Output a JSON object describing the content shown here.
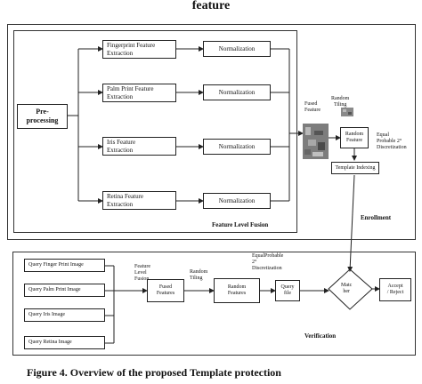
{
  "header_fragment": "feature",
  "caption": "Figure 4. Overview of the proposed Template protection",
  "enrollment": {
    "section_label": "Enrollment",
    "fusion_label": "Feature Level Fusion",
    "preprocessing": "Pre-\nprocessing",
    "features": [
      {
        "extract": "Fingerprint Feature\nExtraction",
        "norm": "Normalization"
      },
      {
        "extract": "Palm Print Feature\nExtraction",
        "norm": "Normalization"
      },
      {
        "extract": "Iris Feature\nExtraction",
        "norm": "Normalization"
      },
      {
        "extract": "Retina Feature\nExtraction",
        "norm": "Normalization"
      }
    ],
    "fused_feature": "Fused\nFeature",
    "random_tiling": "Random\nTiling",
    "random_feature": "Random\nFeature",
    "equal_probable": "Equal\nProbable 2°\nDiscretization",
    "template_box": "Template Indexing"
  },
  "verification": {
    "section_label": "Verification",
    "queries": [
      "Query Finger Print Image",
      "Query Palm Print Image",
      "Query Iris Image",
      "Query Retina Image"
    ],
    "feature_level_fusion": "Feature\nLevel\nFusion",
    "fused_features": "Fused\nFeatures",
    "random_tiling": "Random\nTiling",
    "random_features": "Random\nFeatures",
    "equal_probable": "EqualProbable\n2°\nDiscretization",
    "query_file": "Query\nfile",
    "matcher": "Matc\nher",
    "accept_reject": "Accept\n/ Reject"
  }
}
